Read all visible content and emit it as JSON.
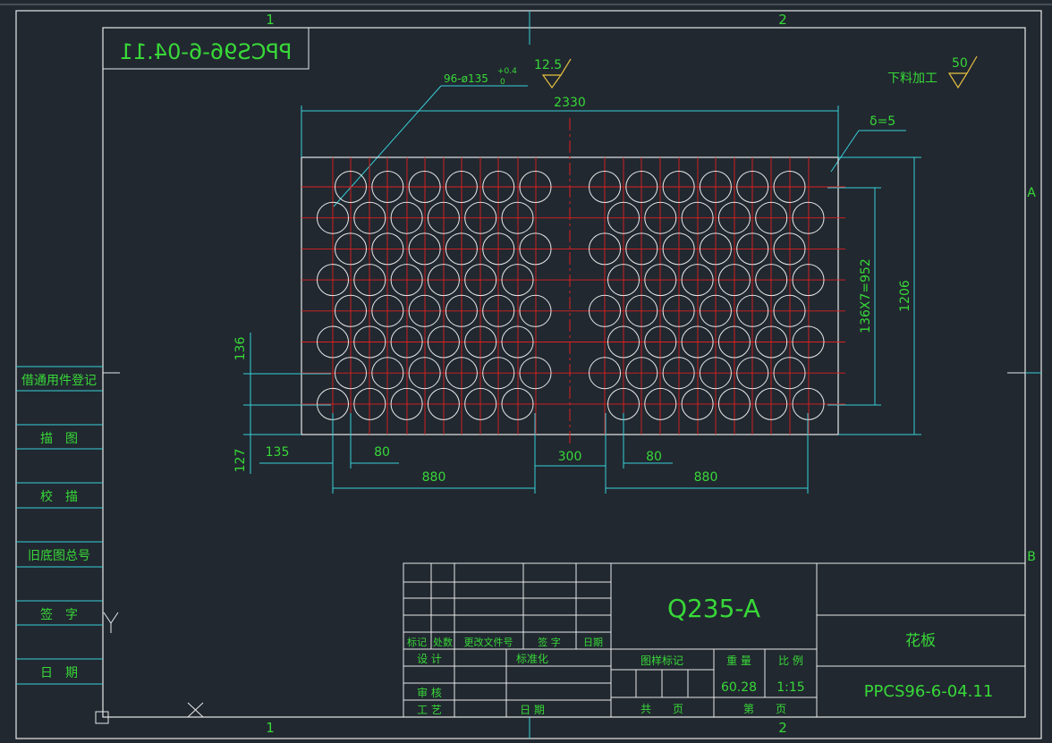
{
  "colors": {
    "background": "#212830",
    "frame": "#e8e8e8",
    "dimension": "#38d0d8",
    "text": "#38d838",
    "centerline": "#e02020",
    "hole": "#e8e8e8"
  },
  "zone_labels": {
    "col1": "1",
    "col2": "2",
    "row_a": "A",
    "row_b": "B"
  },
  "mirrored_code": "PPCS96-6-04.11",
  "hole_spec": {
    "count_dia": "96-ø135",
    "tol_upper": "+0.4",
    "tol_lower": "0"
  },
  "roughness_main": "12.5",
  "roughness_rest_label": "下料加工",
  "roughness_rest": "50",
  "thickness": "δ=5",
  "dims": {
    "overall_width": "2330",
    "overall_height": "1206",
    "pitch_total": "136X7=952",
    "row_pitch": "136",
    "bottom_margin": "127",
    "left_margin": "135",
    "half_pitch_left": "80",
    "center_gap": "300",
    "half_pitch_right": "80",
    "group_width_left": "880",
    "group_width_right": "880"
  },
  "side_stamps": [
    "借通用件登记",
    "描　图",
    "校　描",
    "旧底图总号",
    "签　字",
    "日　期"
  ],
  "title_block": {
    "revision_headers": [
      "标记",
      "处数",
      "更改文件号",
      "签 字",
      "日期"
    ],
    "design": "设 计",
    "standardize": "标准化",
    "review": "审 核",
    "process": "工 艺",
    "date": "日 期",
    "material": "Q235-A",
    "stage_mark": "图样标记",
    "weight_label": "重 量",
    "scale_label": "比 例",
    "weight": "60.28",
    "scale": "1:15",
    "sheets_total": "共　　页",
    "sheet_no": "第　　页",
    "part_name": "花板",
    "drawing_no": "PPCS96-6-04.11"
  },
  "hole_grid": {
    "rows": 8,
    "cols_per_group": 6,
    "groups": 2,
    "total_holes": 96
  }
}
